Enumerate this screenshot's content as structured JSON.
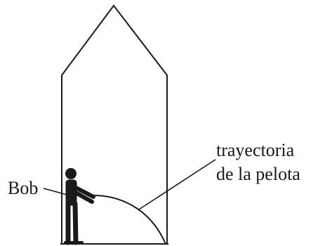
{
  "labels": {
    "person": "Bob",
    "trajectory_line1": "trayectoria",
    "trajectory_line2": "de la pelota"
  },
  "colors": {
    "ink": "#1a1a1a",
    "background": "#ffffff"
  }
}
